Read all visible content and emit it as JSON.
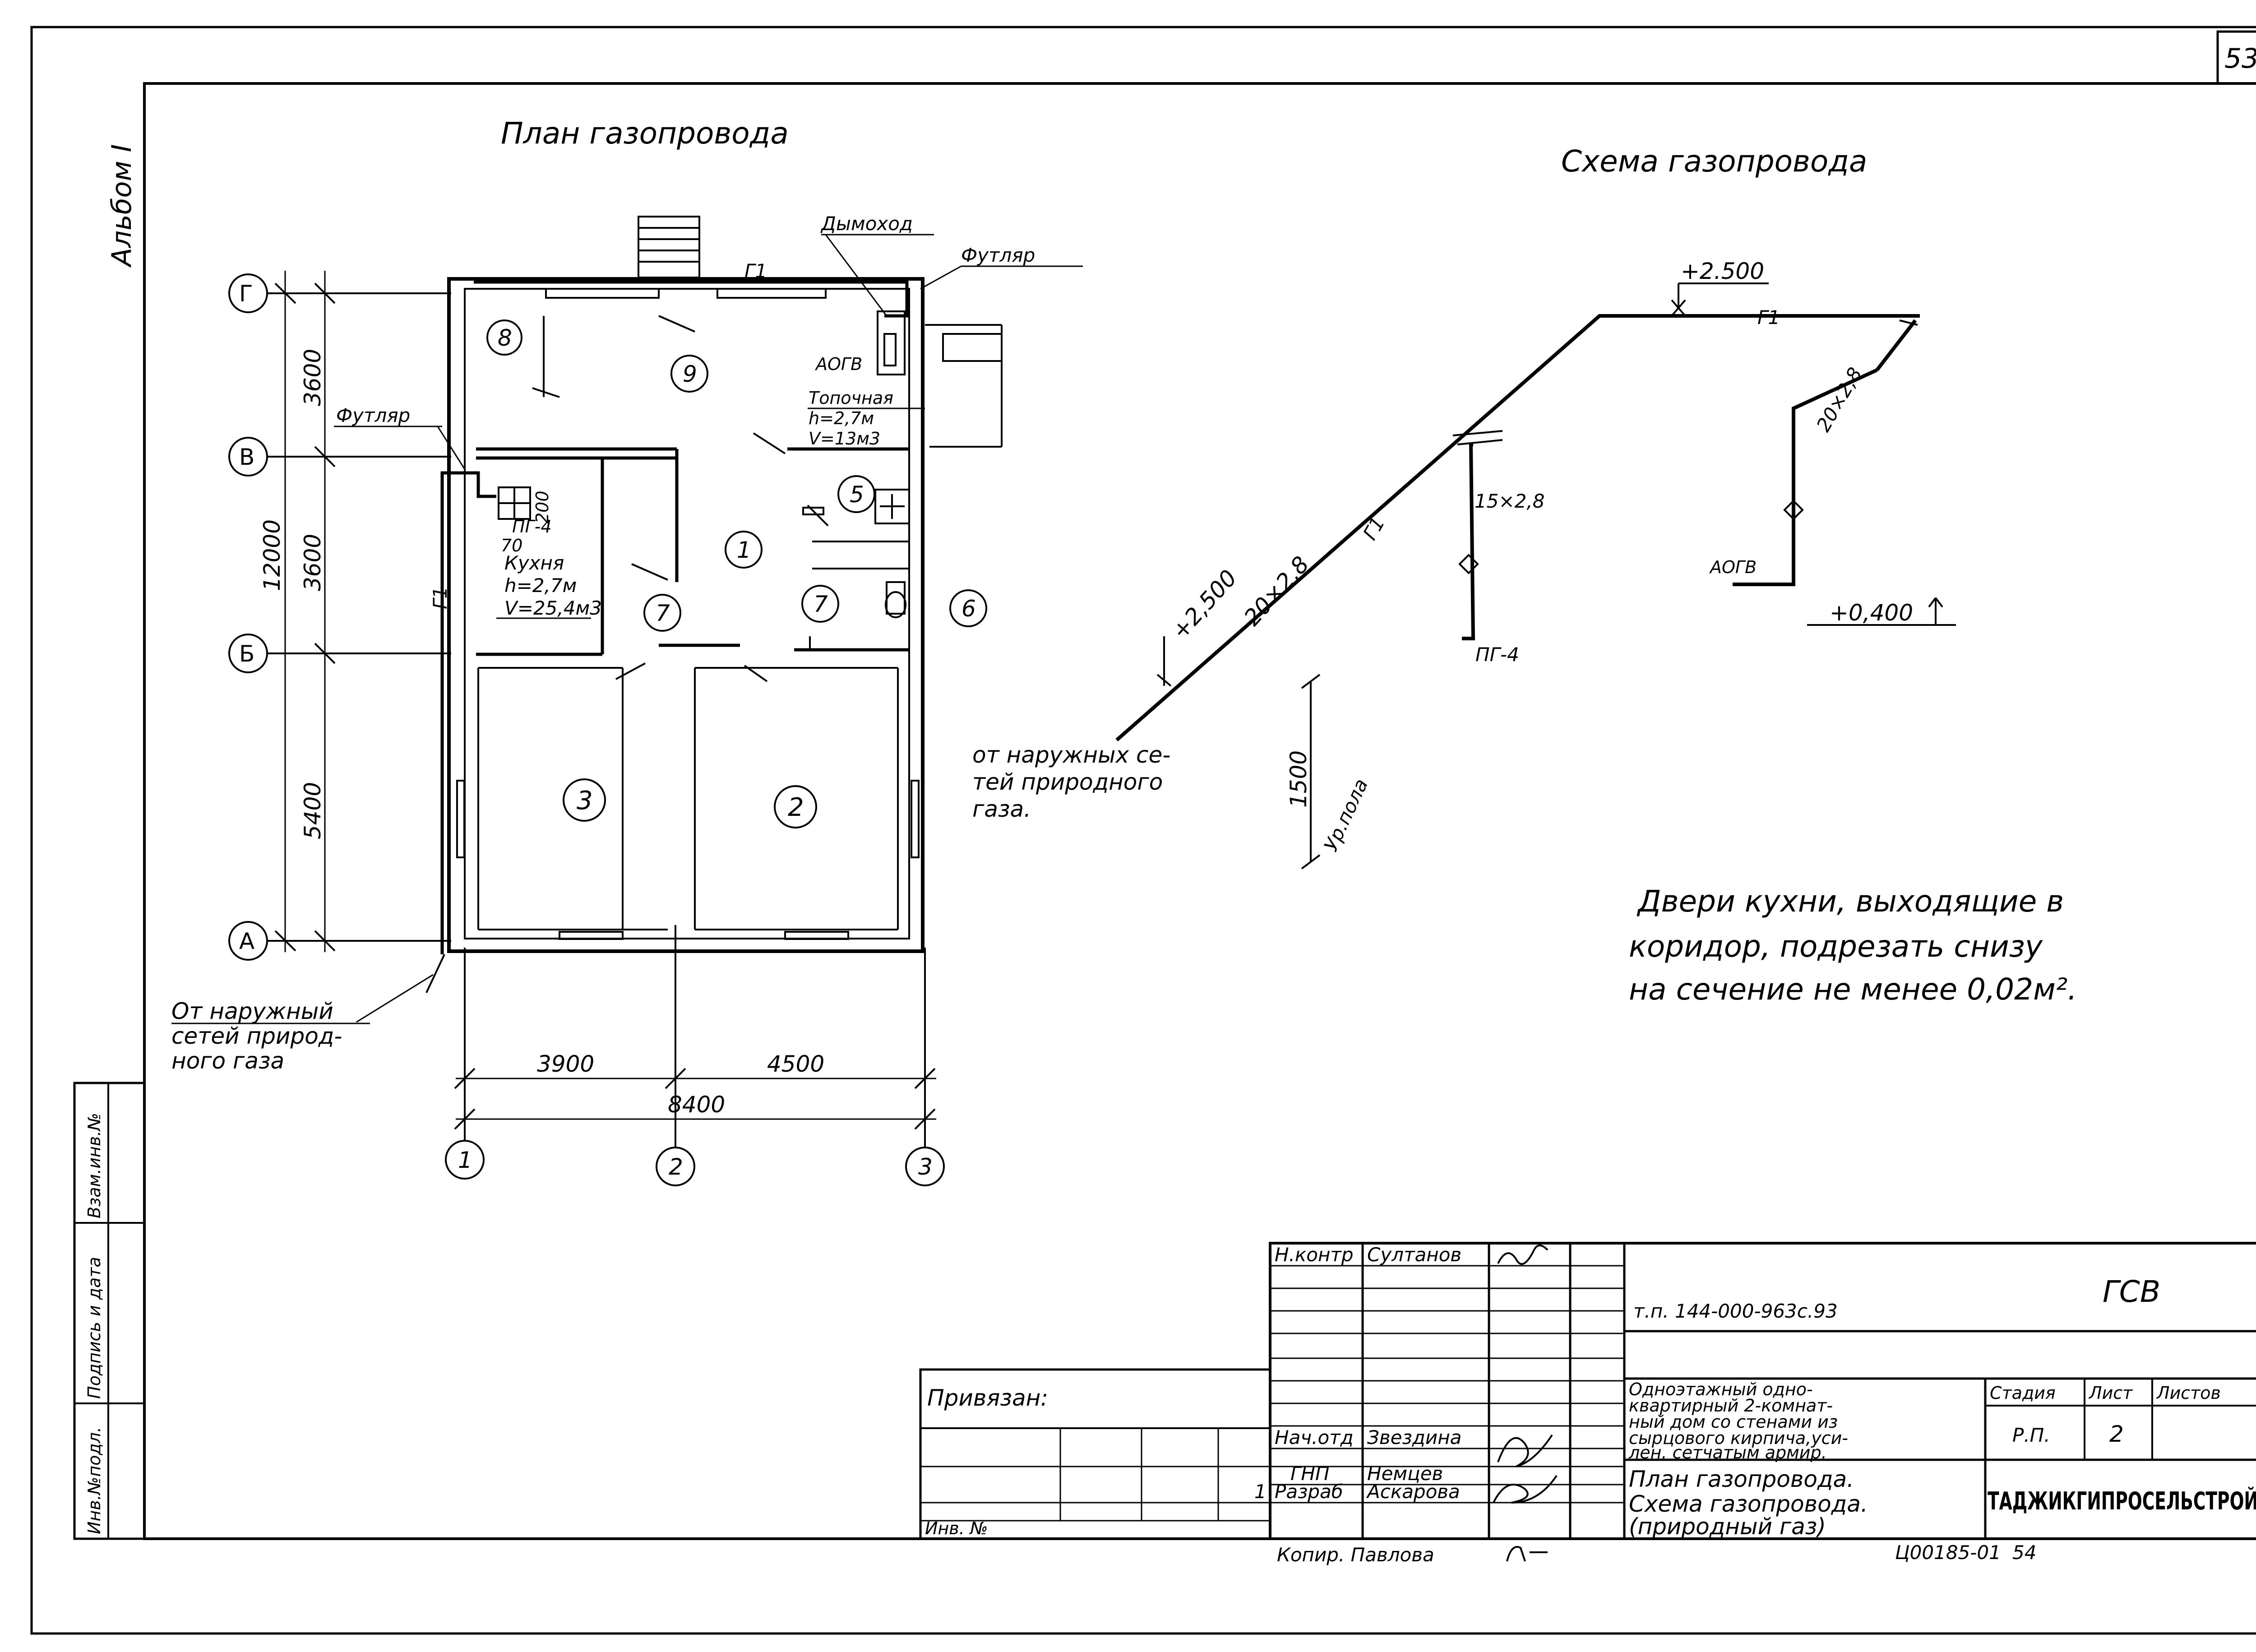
{
  "sheet": {
    "page_number": "53",
    "album": "Альбом I",
    "side_stamp": [
      "Инв.№подл.",
      "Подпись и дата",
      "Взам.инв.№"
    ]
  },
  "plan": {
    "title": "План газопровода",
    "axes_rows": [
      "Г",
      "В",
      "Б",
      "А"
    ],
    "axes_cols": [
      "1",
      "2",
      "3"
    ],
    "dims_vertical": [
      "3600",
      "3600",
      "5400",
      "12000"
    ],
    "dims_horizontal": [
      "3900",
      "4500",
      "8400"
    ],
    "rooms": [
      "8",
      "9",
      "5",
      "1",
      "7",
      "7",
      "6",
      "3",
      "2"
    ],
    "labels": {
      "chimney": "Дымоход",
      "sleeve_top": "Футляр",
      "sleeve_left": "Футляр",
      "aogv": "АОГВ",
      "boiler_room": "Топочная",
      "boiler_h": "h=2,7м",
      "boiler_v": "V=13м3",
      "stove": "ПГ-4",
      "dim_200": "200",
      "dim_70": "70",
      "kitchen": "Кухня",
      "kitchen_h": "h=2,7м",
      "kitchen_v": "V=25,4м3",
      "gas_mark_top": "Г1",
      "gas_mark_left": "Г1"
    },
    "source_note": [
      "От наружный",
      "сетей природ-",
      "ного газа"
    ]
  },
  "scheme": {
    "title": "Схема газопровода",
    "elev_top": "+2.500",
    "elev_left": "+2,500",
    "pipe_main": "20×2,8",
    "pipe_branch": "15×2,8",
    "pipe_right": "20×2,8",
    "g1_top": "Г1",
    "g1_diag": "Г1",
    "stove": "ПГ-4",
    "aogv": "АОГВ",
    "elev_aogv": "+0,400",
    "dim_1500": "1500",
    "floor": "Ур.пола",
    "source_note": [
      "от наружных се-",
      "тей природного",
      "газа."
    ]
  },
  "note": [
    "Двери кухни, выходящие в",
    "коридор, подрезать снизу",
    "на сечение не менее 0,02м²."
  ],
  "title_block": {
    "bound": "Привязан:",
    "inv": "Инв. №",
    "roles": [
      "Н.контр",
      "Нач.отд",
      "ГНП",
      "Разраб"
    ],
    "names": [
      "Султанов",
      "Звездина",
      "Немцев",
      "Аскарова"
    ],
    "rev_mark": "1",
    "doc_code": "т.п. 144-000-963с.93",
    "section": "ГСВ",
    "description": [
      "Одноэтажный одно-",
      "квартирный 2-комнат-",
      "ный дом со стенами из",
      "сырцового кирпича,уси-",
      "лен. сетчатым армир."
    ],
    "stage_hdr": "Стадия",
    "sheet_hdr": "Лист",
    "sheets_hdr": "Листов",
    "stage": "Р.П.",
    "sheet_no": "2",
    "drawing_title": [
      "План газопровода.",
      "Схема газопровода.",
      "(природный газ)"
    ],
    "organization": "ТАДЖИКГИПРОСЕЛЬСТРОЙ",
    "copied": "Копир. Павлова",
    "archive_no": "Ц00185-01",
    "archive_page": "54"
  }
}
